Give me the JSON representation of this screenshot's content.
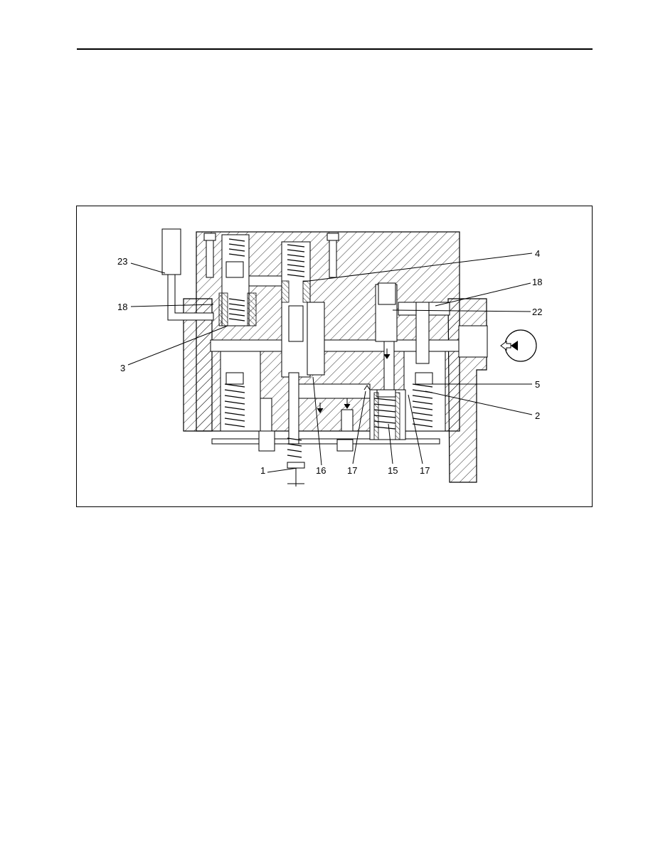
{
  "callouts": {
    "c1": "1",
    "c2": "2",
    "c3": "3",
    "c4": "4",
    "c5": "5",
    "c15": "15",
    "c16": "16",
    "c17a": "17",
    "c17b": "17",
    "c18a": "18",
    "c18b": "18",
    "c22": "22",
    "c23": "23"
  },
  "colors": {
    "line": "#000000",
    "background": "#ffffff"
  }
}
